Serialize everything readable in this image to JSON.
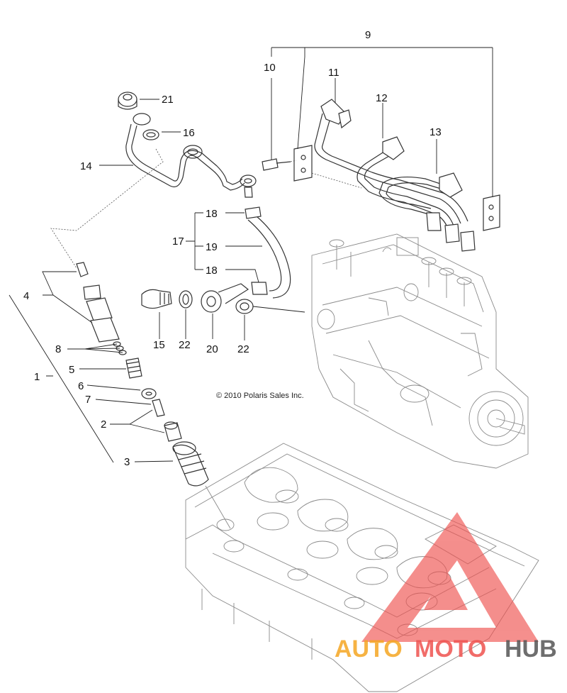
{
  "callouts": {
    "c1": "1",
    "c2": "2",
    "c3": "3",
    "c4": "4",
    "c5": "5",
    "c6": "6",
    "c7": "7",
    "c8": "8",
    "c9": "9",
    "c10": "10",
    "c11": "11",
    "c12": "12",
    "c13": "13",
    "c14": "14",
    "c15": "15",
    "c16": "16",
    "c17": "17",
    "c18a": "18",
    "c18b": "18",
    "c19": "19",
    "c20": "20",
    "c21": "21",
    "c22a": "22",
    "c22b": "22"
  },
  "copyright": "© 2010 Polaris Sales Inc.",
  "watermark": {
    "auto": "AUTO",
    "moto": "MOTO",
    "hub": "HUB"
  },
  "colors": {
    "watermark_red": "#ef5350",
    "watermark_orange": "#f5a623",
    "watermark_gray": "#555555",
    "line": "#333333"
  }
}
